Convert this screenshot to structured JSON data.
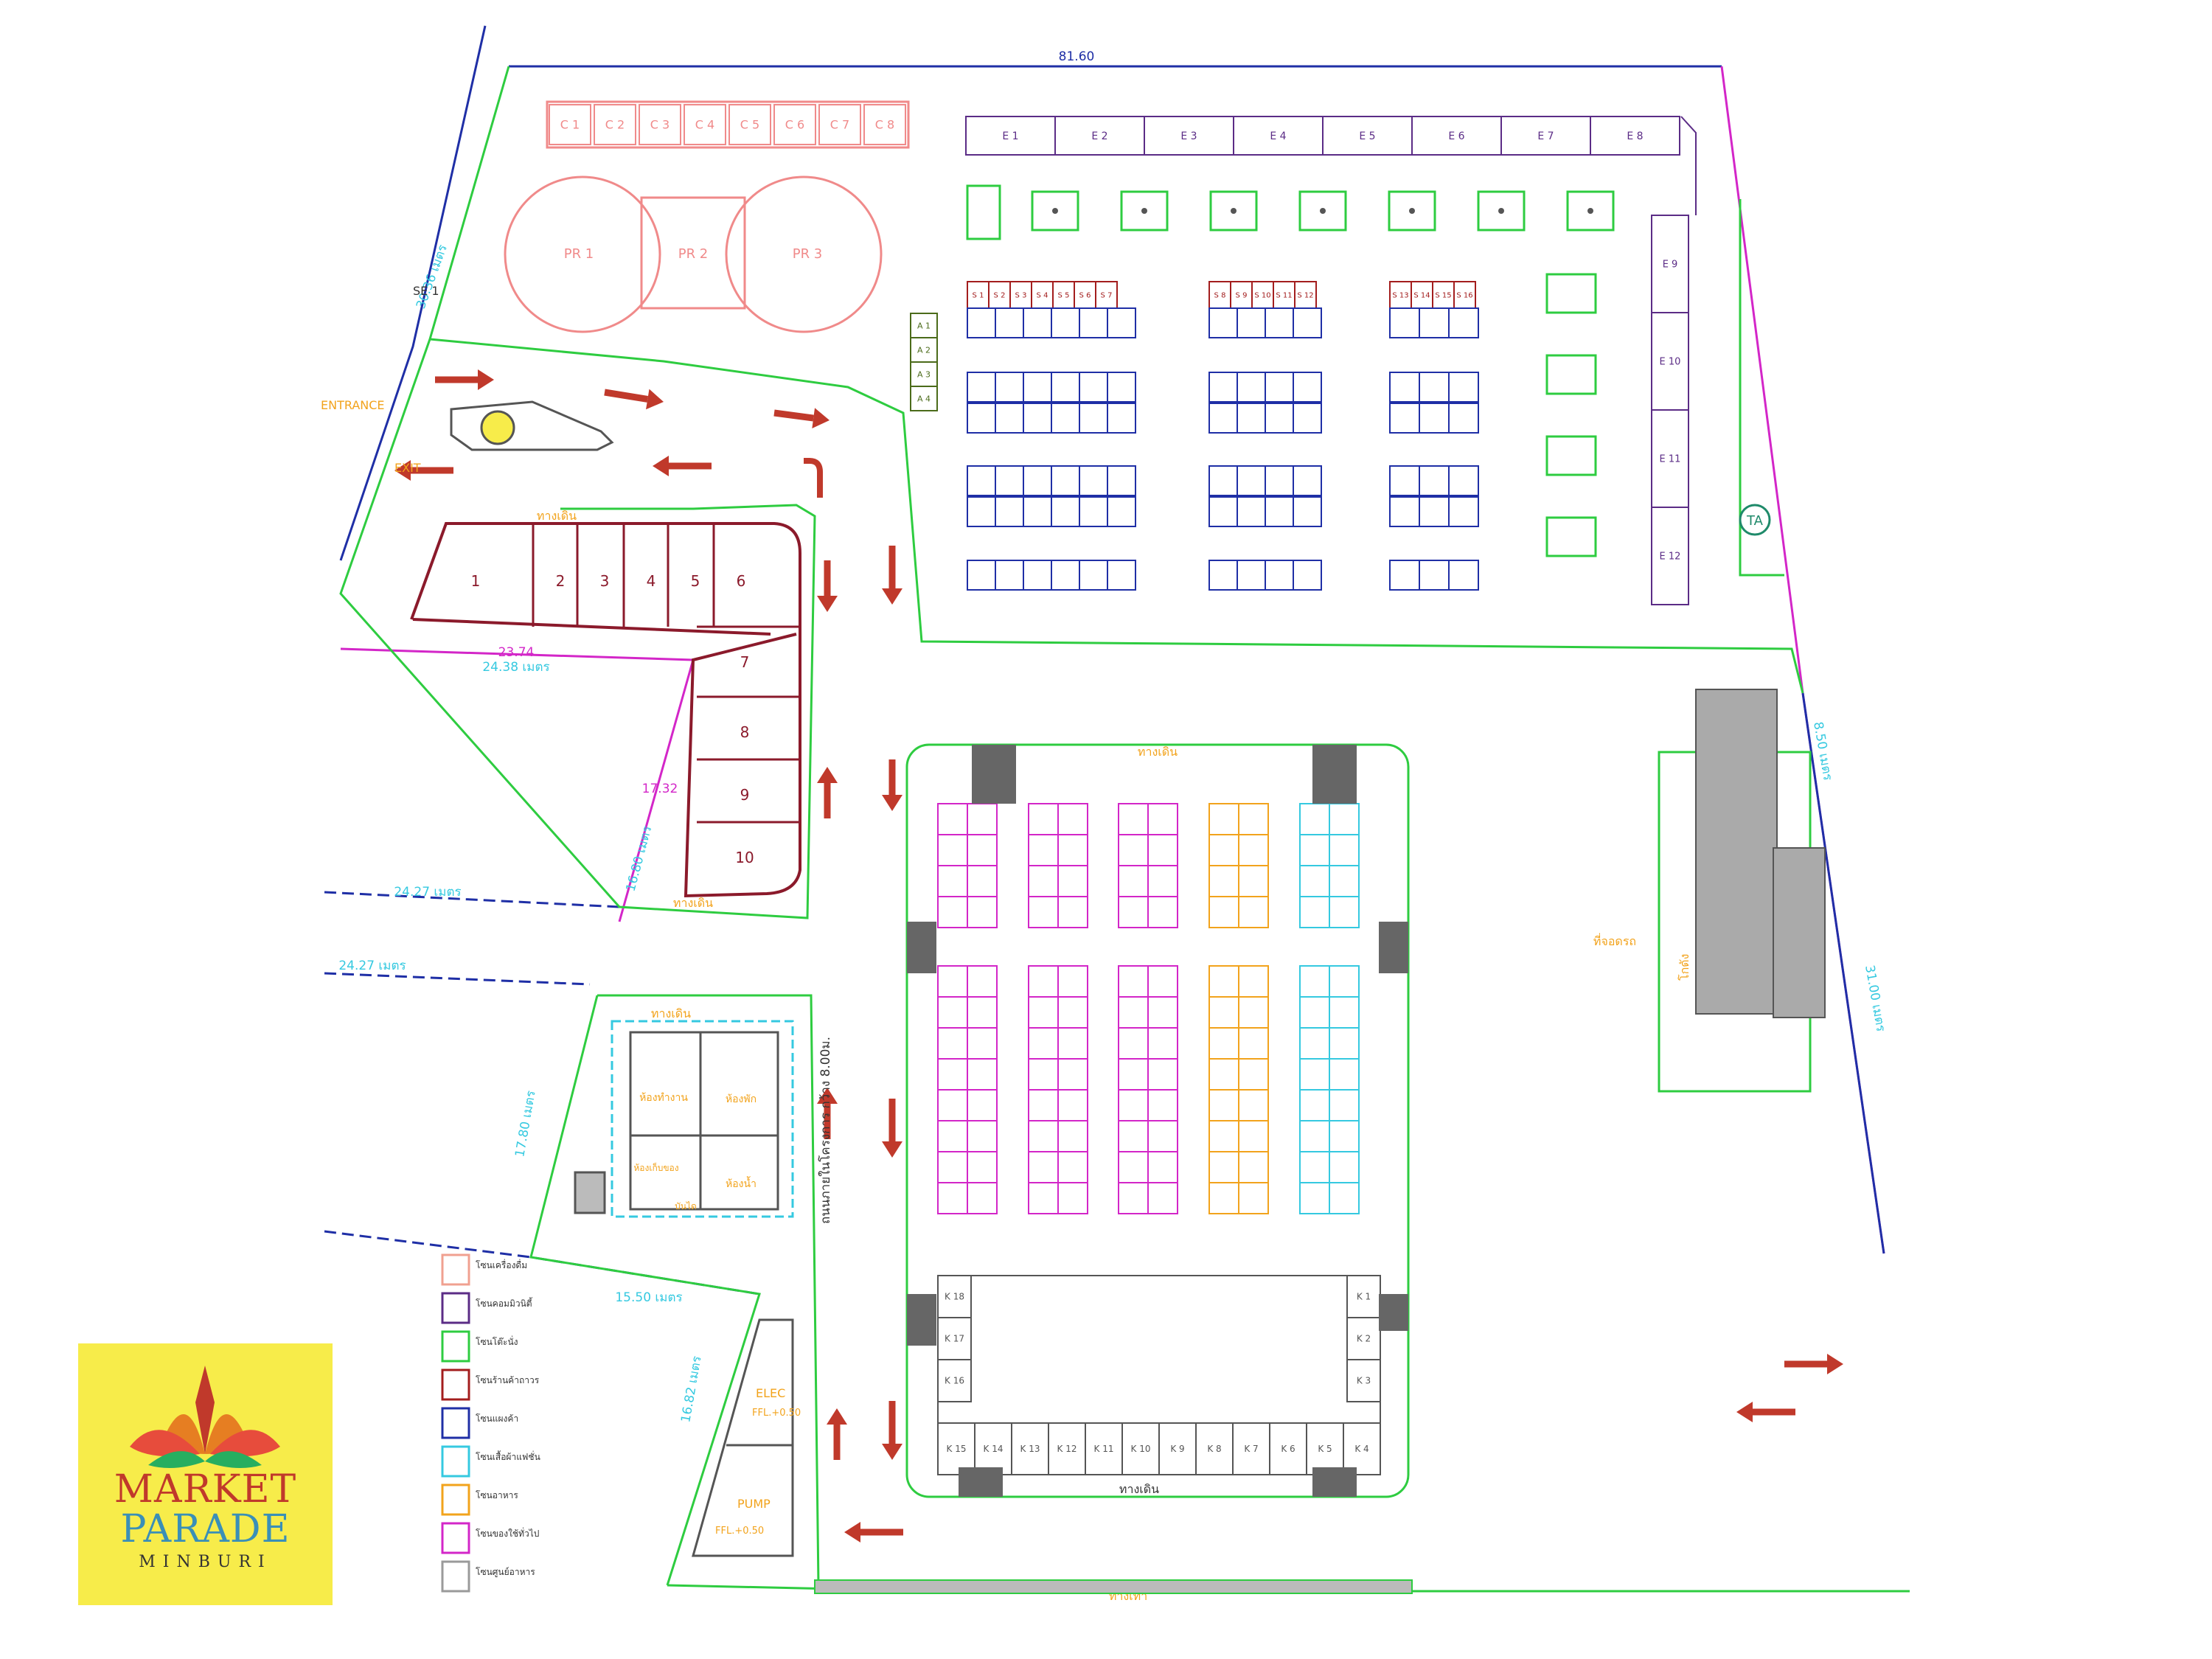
{
  "dimensions": {
    "top_boundary": "81.60",
    "left_upper": "30.36 เมตร",
    "lot_top_a": "23.74",
    "lot_top_b": "24.38 เมตร",
    "lot_side": "17.32",
    "lot_side_b": "16.80 เมตร",
    "lot_bottom": "24.27 เมตร",
    "lot_bottom_2": "24.27 เมตร",
    "office_side": "17.80 เมตร",
    "office_bottom": "15.50 เมตร",
    "utility_side": "16.82 เมตร",
    "right_upper": "8.50 เมตร",
    "right_lower": "31.00 เมตร",
    "road_label": "ถนนภายในโครงการ กว้าง 8.00ม."
  },
  "labels": {
    "entrance": "ENTRANCE",
    "exit": "EXIT",
    "ta": "TA",
    "se1": "SE 1",
    "elec": "ELEC",
    "elec_level": "FFL.+0.50",
    "pump": "PUMP",
    "pump_level": "FFL.+0.50",
    "walkway_top": "ทางเดิน",
    "walkway_bottom": "ทางเดิน",
    "walkway_shops": "ทางเดิน",
    "walkway_lot": "ทางเดิน",
    "walkway_office": "ทางเดิน",
    "parking_right": "ที่จอดรถ",
    "office_room1": "ห้องทำงาน",
    "office_room2": "ห้องพัก",
    "office_room3": "ห้องน้ำ",
    "office_room4": "ห้องเก็บของ",
    "office_room5": "บันได",
    "warehouse_label": "โกดัง",
    "bottom_strip": "ทางเท้า"
  },
  "c_blocks": [
    "C 1",
    "C 2",
    "C 3",
    "C 4",
    "C 5",
    "C 6",
    "C 7",
    "C 8"
  ],
  "pr_blocks": [
    "PR 1",
    "PR 2",
    "PR 3"
  ],
  "a_blocks": [
    "A 1",
    "A 2",
    "A 3",
    "A 4"
  ],
  "e_top": [
    "E 1",
    "E 2",
    "E 3",
    "E 4",
    "E 5",
    "E 6",
    "E 7",
    "E 8"
  ],
  "e_side": [
    "E 9",
    "E 10",
    "E 11",
    "E 12"
  ],
  "s_row": [
    [
      "S 1",
      "S 2",
      "S 3",
      "S 4",
      "S 5",
      "S 6",
      "S 7"
    ],
    [
      "S 8",
      "S 9",
      "S 10",
      "S 11",
      "S 12"
    ],
    [
      "S 13",
      "S 14",
      "S 15",
      "S 16"
    ]
  ],
  "shops_top": [
    "1",
    "2",
    "3",
    "4",
    "5",
    "6"
  ],
  "shops_side": [
    "7",
    "8",
    "9",
    "10"
  ],
  "k_left": [
    "K 18",
    "K 17",
    "K 16"
  ],
  "k_right": [
    "K 1",
    "K 2",
    "K 3"
  ],
  "k_bottom": [
    "K 15",
    "K 14",
    "K 13",
    "K 12",
    "K 11",
    "K 10",
    "K 9",
    "K 8",
    "K 7",
    "K 6",
    "K 5",
    "K 4"
  ],
  "legend": [
    {
      "color": "#f0a090",
      "label": "โซนเครื่องดื่ม"
    },
    {
      "color": "#5b2c86",
      "label": "โซนคอมมิวนิตี้"
    },
    {
      "color": "#2ecc40",
      "label": "โซนโต๊ะนั่ง"
    },
    {
      "color": "#a31d1d",
      "label": "โซนร้านค้าถาวร"
    },
    {
      "color": "#1f2fa6",
      "label": "โซนแผงค้า"
    },
    {
      "color": "#35c9e0",
      "label": "โซนเสื้อผ้าแฟชั่น"
    },
    {
      "color": "#f2a31c",
      "label": "โซนอาหาร"
    },
    {
      "color": "#d326c8",
      "label": "โซนของใช้ทั่วไป"
    },
    {
      "color": "#9a9a9a",
      "label": "โซนศูนย์อาหาร"
    }
  ],
  "logo": {
    "line1": "MARKET",
    "line2": "PARADE",
    "line3": "MINBURI"
  },
  "colors": {
    "boundary_blue": "#1f2fa6",
    "boundary_magenta": "#d326c8",
    "green_line": "#2ecc40",
    "shop_red": "#8b1a2b",
    "arrow_red": "#c0392b",
    "coral": "#f08a8a",
    "orange": "#f2a31c",
    "cyan": "#35c9e0"
  }
}
